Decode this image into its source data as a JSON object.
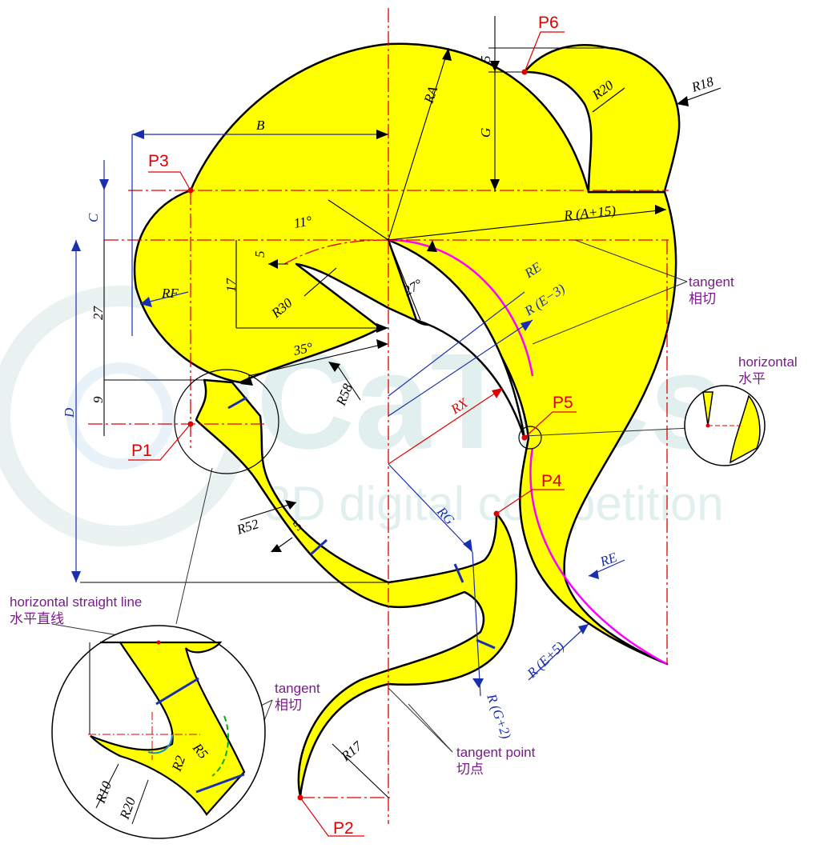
{
  "watermark": {
    "brand": "CaTICs",
    "subtitle": "3D digital competition"
  },
  "points": {
    "p1": "P1",
    "p2": "P2",
    "p3": "P3",
    "p4": "P4",
    "p5": "P5",
    "p6": "P6"
  },
  "dimensions": {
    "ra": "RA",
    "b": "B",
    "c": "C",
    "d": "D",
    "g": "G",
    "rf": "RF",
    "re_top": "RE",
    "re_e3": "R (E−3)",
    "re_bottom": "RE",
    "re_e5": "R (E+5)",
    "rx": "RX",
    "rg": "RG",
    "rg2": "R (G+2)",
    "ra15": "R (A+15)",
    "r18": "R18",
    "r20_top": "R20",
    "r30": "R30",
    "r58": "R58",
    "r52": "R52",
    "r17": "R17",
    "r10": "R10",
    "r20_detail": "R20",
    "r5": "R5",
    "r2": "R2",
    "d5_top": "5",
    "d5_left": "5",
    "d5_band": "5",
    "d17": "17",
    "d27": "27",
    "d9": "9",
    "a11": "11°",
    "a27": "27°",
    "a35": "35°"
  },
  "notes": {
    "tangent_en": "tangent",
    "tangent_cn": "相切",
    "horizontal_en": "horizontal",
    "horizontal_cn": "水平",
    "tangent_point_en": "tangent point",
    "tangent_point_cn": "切点",
    "hline_en": "horizontal straight line",
    "hline_cn": "水平直线",
    "tangent2_en": "tangent",
    "tangent2_cn": "相切"
  },
  "colors": {
    "fill": "#ffff00",
    "outline": "#000000",
    "centerline": "#e00000",
    "dimension_blue": "#1a2fb0",
    "note": "#7a1a8c",
    "arc_magenta": "#ff00ff"
  }
}
